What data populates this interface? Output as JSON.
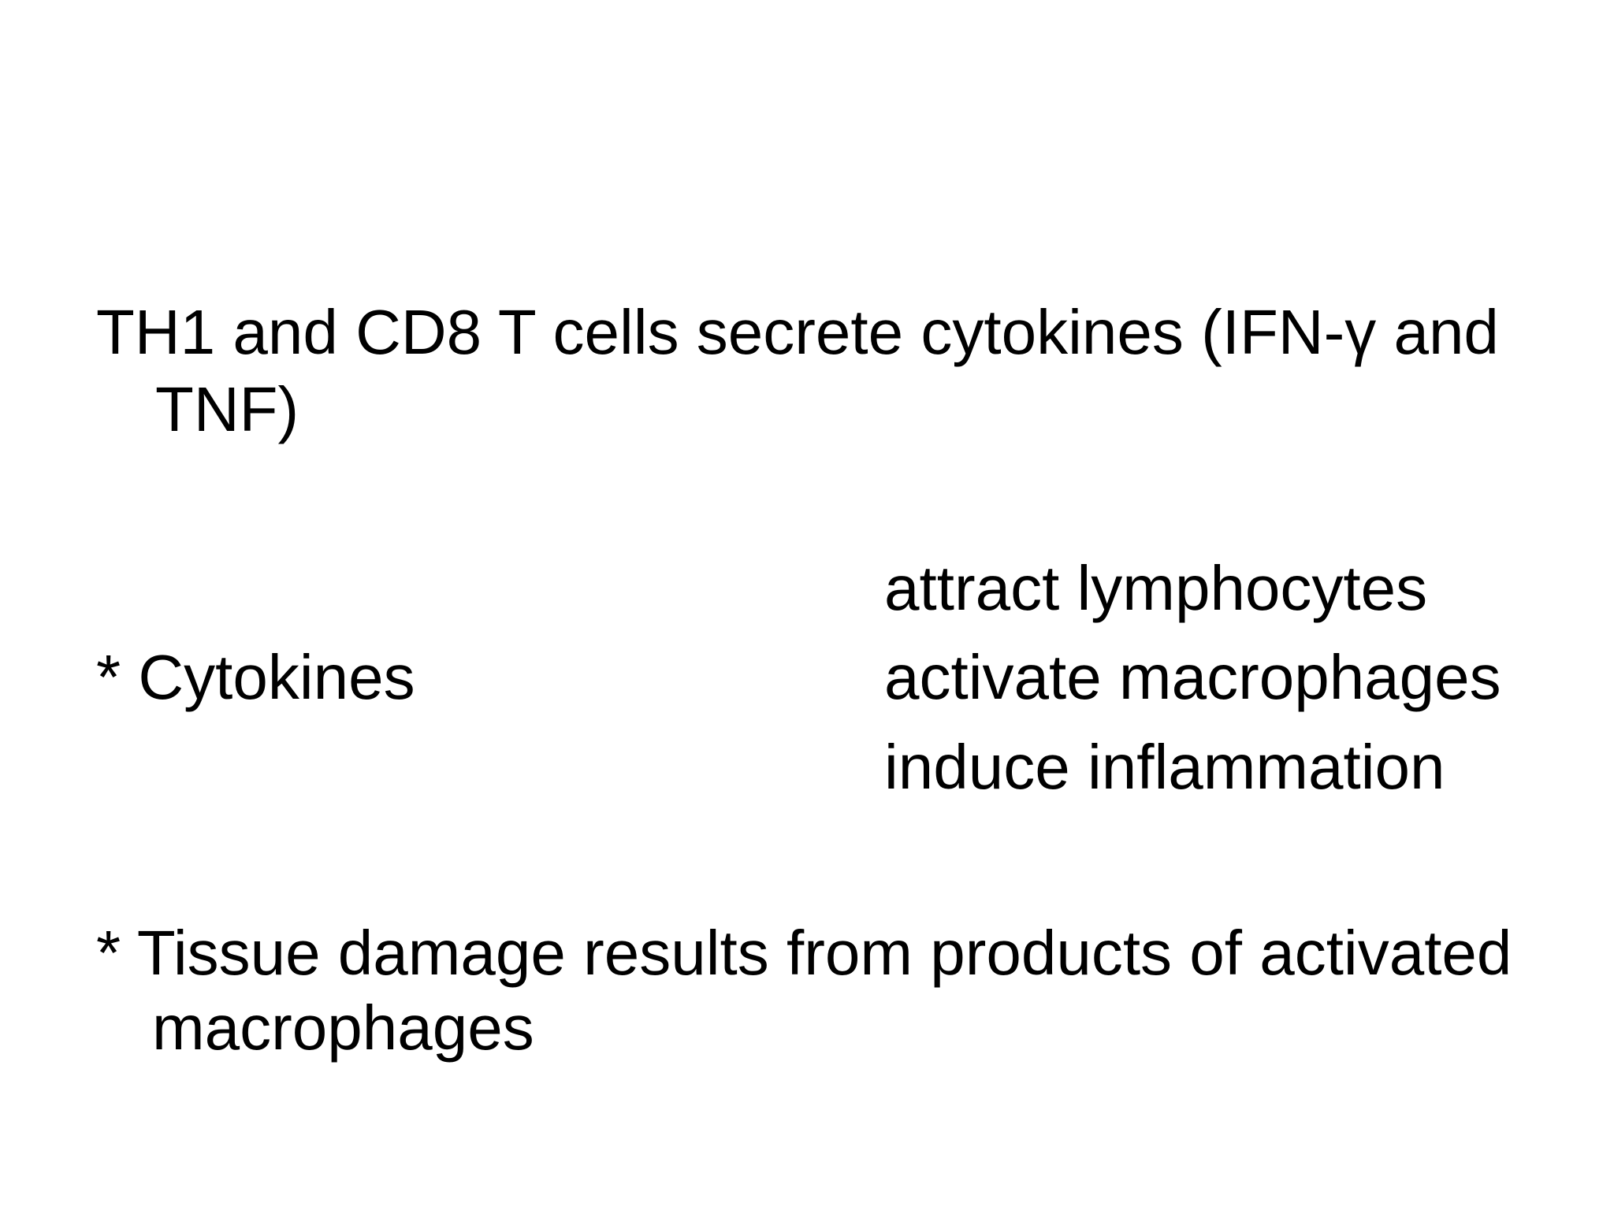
{
  "slide": {
    "background_color": "#ffffff",
    "text_color": "#000000",
    "intro": {
      "line1": "TH1 and CD8 T cells secrete cytokines (IFN-γ and",
      "line2": "TNF)"
    },
    "cytokines": {
      "bullet_label": "* Cytokines",
      "effects": [
        "attract lymphocytes",
        "activate macrophages",
        "induce inflammation"
      ]
    },
    "tissue_damage": {
      "line1": "* Tissue damage results from products of activated",
      "line2": "macrophages"
    }
  }
}
